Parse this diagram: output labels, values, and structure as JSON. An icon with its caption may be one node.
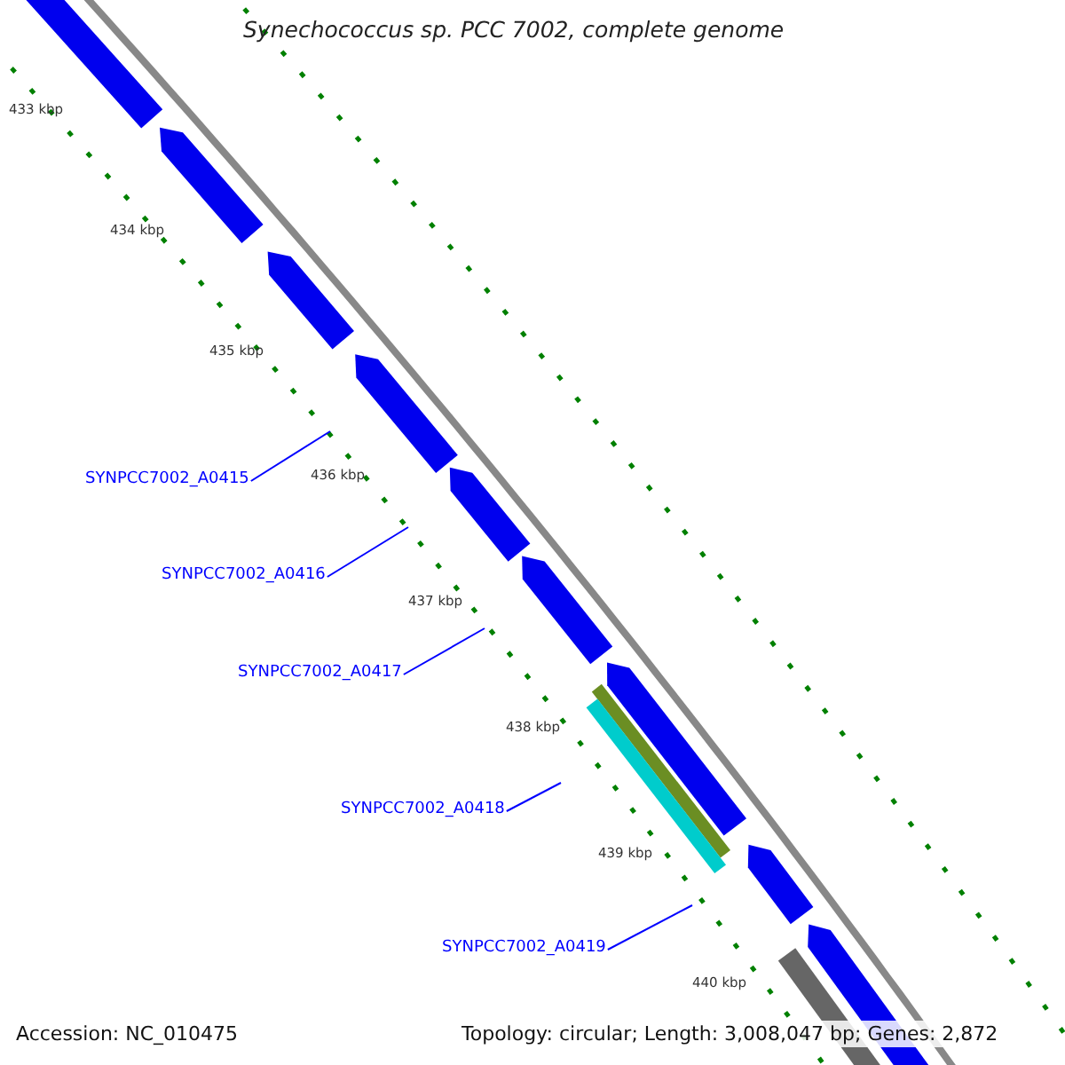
{
  "diagram": {
    "title": "Synechococcus sp. PCC 7002, complete genome",
    "nodes": [
      {
        "text": [
          "SYNPCC7002_A0415"
        ]
      },
      {
        "text": [
          "SYNPCC7002_A0416"
        ]
      },
      {
        "text": [
          "SYNPCC7002_A0417"
        ]
      },
      {
        "text": [
          "SYNPCC7002_A0418"
        ]
      },
      {
        "text": [
          "SYNPCC7002_A0419"
        ]
      }
    ],
    "edges": [
      {
        "from": 0,
        "to": null,
        "arrow": "none"
      },
      {
        "from": 1,
        "to": null,
        "arrow": "none"
      },
      {
        "from": 2,
        "to": null,
        "arrow": "none"
      },
      {
        "from": 3,
        "to": null,
        "arrow": "none"
      },
      {
        "from": 4,
        "to": null,
        "arrow": "none"
      }
    ],
    "labels": [
      "433 kbp",
      "434 kbp",
      "435 kbp",
      "436 kbp",
      "437 kbp",
      "438 kbp",
      "439 kbp",
      "440 kbp",
      "Accession: NC_010475",
      "Topology: circular; Length: 3,008,047 bp; Genes: 2,872"
    ]
  }
}
